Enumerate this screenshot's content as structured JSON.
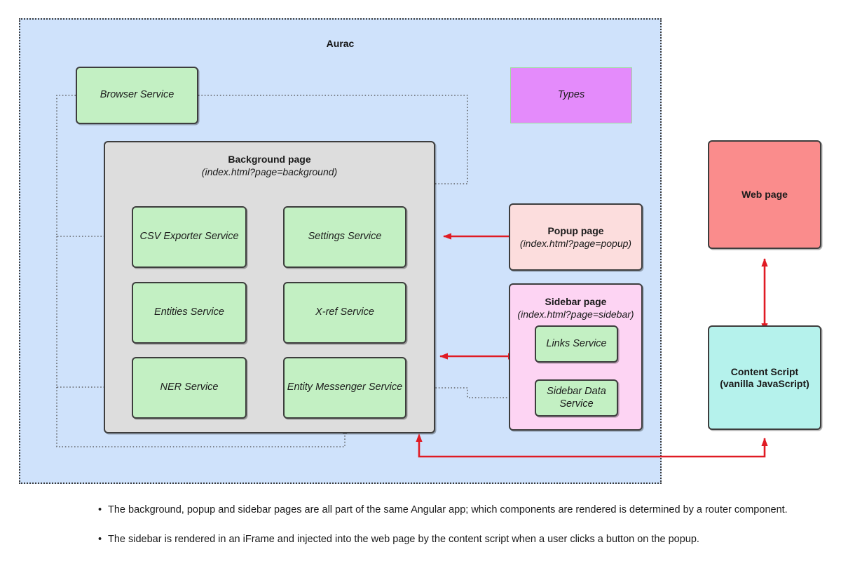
{
  "diagram": {
    "title": "Aurac",
    "container_label": "Aurac",
    "colors": {
      "aurac_background": "#cfe2fb",
      "service_green": "#c3f0c3",
      "background_page_grey": "#dddddd",
      "popup_pink": "#fcdddd",
      "sidebar_pink": "#fdd4f3",
      "types_magenta": "#e48bfb",
      "webpage_red": "#fa8c8c",
      "content_script_cyan": "#b5f2ec",
      "message_arrow_red": "#e01b24",
      "dependency_arrow_grey": "#4d4d4d"
    },
    "nodes": {
      "browser_service": {
        "label": "Browser Service"
      },
      "types": {
        "label": "Types"
      },
      "background_page": {
        "title": "Background page",
        "subtitle": "(index.html?page=background)",
        "services": [
          {
            "label": "CSV Exporter Service"
          },
          {
            "label": "Settings Service"
          },
          {
            "label": "Entities Service"
          },
          {
            "label": "X-ref Service"
          },
          {
            "label": "NER Service"
          },
          {
            "label": "Entity Messenger Service"
          }
        ]
      },
      "popup_page": {
        "title": "Popup page",
        "subtitle": "(index.html?page=popup)"
      },
      "sidebar_page": {
        "title": "Sidebar page",
        "subtitle": "(index.html?page=sidebar)",
        "services": [
          {
            "label": "Links Service"
          },
          {
            "label": "Sidebar Data Service"
          }
        ]
      },
      "web_page": {
        "label": "Web page"
      },
      "content_script": {
        "line1": "Content Script",
        "line2": "(vanilla JavaScript)"
      }
    }
  },
  "notes": [
    "The background, popup and sidebar pages are all part of the same Angular app; which components are rendered is determined by a router component.",
    "The sidebar is rendered in an iFrame and injected into the web page by the content script when a user clicks a button on the popup."
  ]
}
